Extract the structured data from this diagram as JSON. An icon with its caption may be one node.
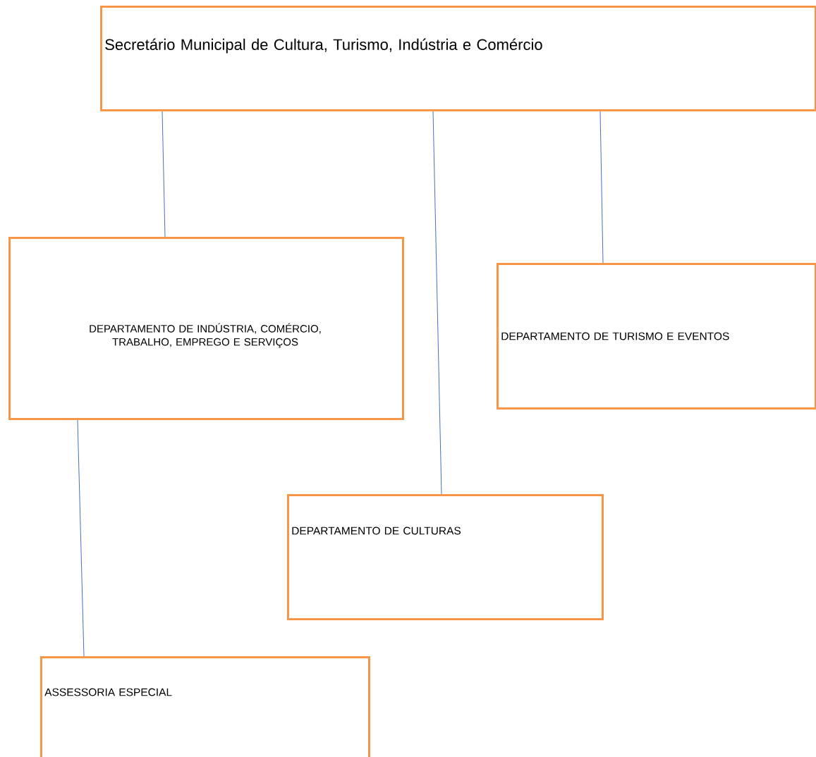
{
  "diagram": {
    "nodes": [
      {
        "text": [
          "Secretário Municipal de Cultura, Turismo, Indústria e Comércio"
        ]
      },
      {
        "text": [
          "DEPARTAMENTO DE INDÚSTRIA, COMÉRCIO, TRABALHO, EMPREGO E SERVIÇOS"
        ]
      },
      {
        "text": [
          "DEPARTAMENTO DE TURISMO E EVENTOS"
        ]
      },
      {
        "text": [
          "DEPARTAMENTO DE CULTURAS"
        ]
      },
      {
        "text": [
          "ASSESSORIA ESPECIAL"
        ]
      }
    ],
    "edges": [
      {
        "from": 0,
        "to": 1,
        "arrow": "none"
      },
      {
        "from": 0,
        "to": 3,
        "arrow": "none"
      },
      {
        "from": 0,
        "to": 2,
        "arrow": "none"
      },
      {
        "from": 1,
        "to": 4,
        "arrow": "none"
      }
    ]
  }
}
